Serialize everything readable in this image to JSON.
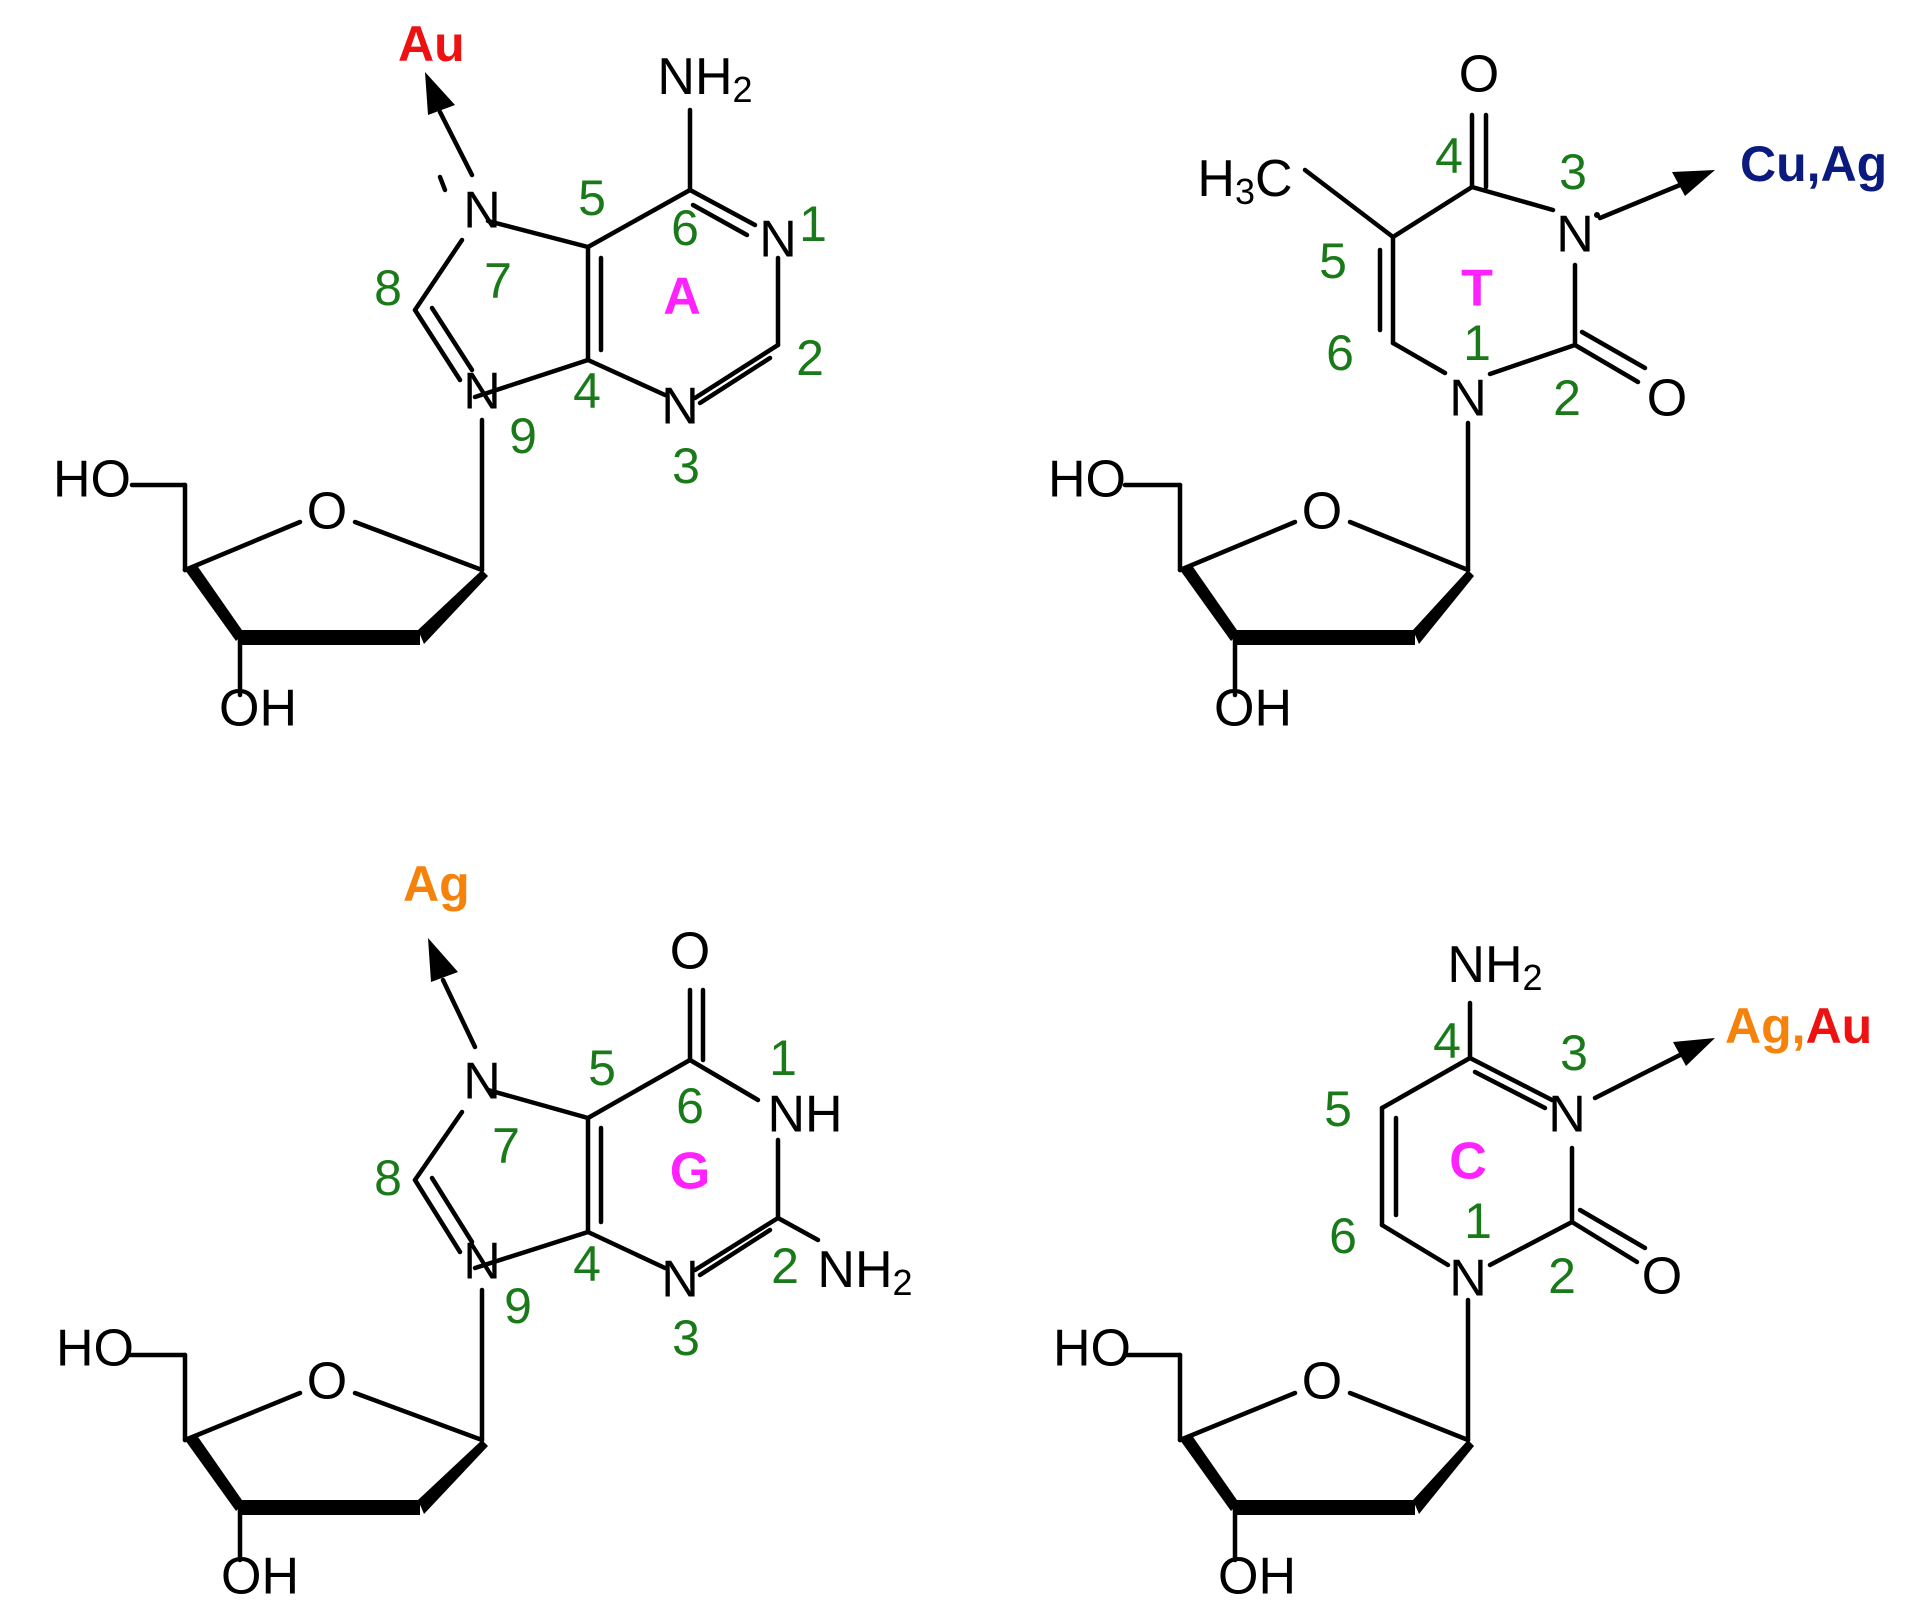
{
  "colors": {
    "au": "#ee1111",
    "ag": "#f5820a",
    "cu": "#0a1a7e",
    "base_letter": "#ff22ff",
    "position_number": "#1a7a1a"
  },
  "sugar_labels": {
    "hydroxyl": "HO",
    "ring_oxygen": "O",
    "hydroxyl_3": "OH"
  },
  "molecules": {
    "adenine": {
      "letter": "A",
      "amino": "NH",
      "sub2": "2",
      "n": "N",
      "numbers": [
        "1",
        "2",
        "3",
        "4",
        "5",
        "6",
        "7",
        "8",
        "9"
      ],
      "metal": "Au"
    },
    "thymine": {
      "letter": "T",
      "methyl_h": "H",
      "sub3": "3",
      "methyl_c": "C",
      "n": "N",
      "o": "O",
      "numbers": [
        "1",
        "2",
        "3",
        "4",
        "5",
        "6"
      ],
      "metal_1": "Cu",
      "comma": ",",
      "metal_2": "Ag"
    },
    "guanine": {
      "letter": "G",
      "o": "O",
      "n": "N",
      "nh": "NH",
      "amino": "NH",
      "sub2": "2",
      "numbers": [
        "1",
        "2",
        "3",
        "4",
        "5",
        "6",
        "7",
        "8",
        "9"
      ],
      "metal": "Ag"
    },
    "cytosine": {
      "letter": "C",
      "amino": "NH",
      "sub2": "2",
      "n": "N",
      "o": "O",
      "numbers": [
        "1",
        "2",
        "3",
        "4",
        "5",
        "6"
      ],
      "metal_1": "Ag",
      "comma": ",",
      "metal_2": "Au"
    }
  }
}
